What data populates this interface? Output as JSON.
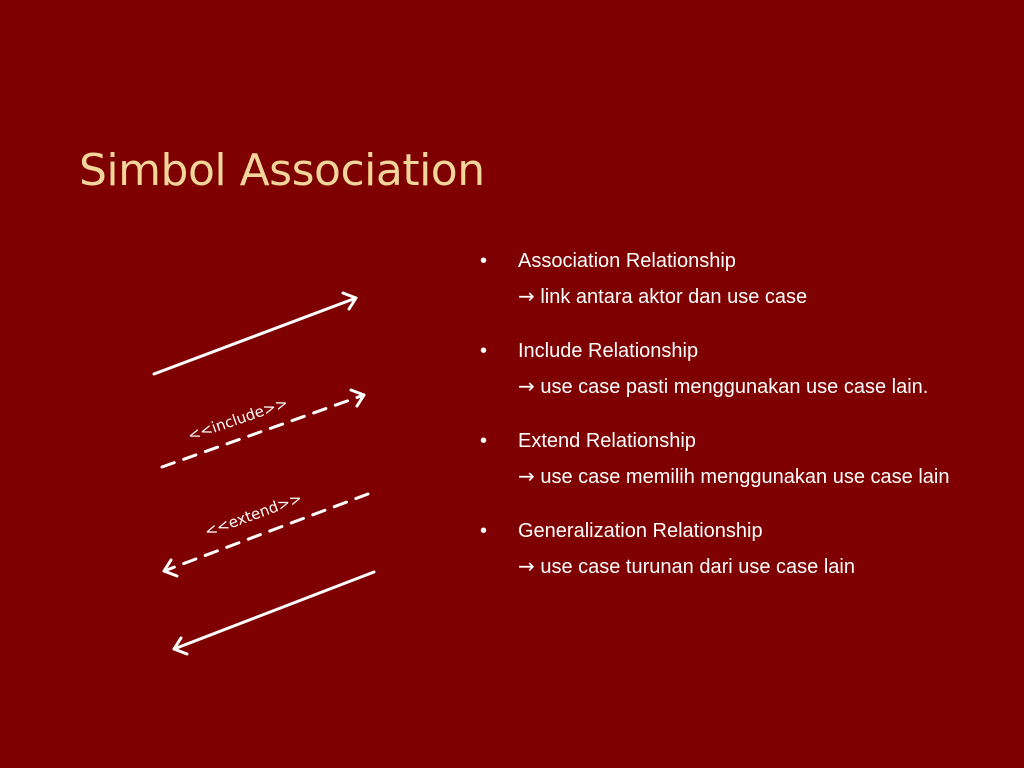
{
  "slide": {
    "title": "Simbol Association",
    "bg_color": "#7f0000",
    "title_color": "#f1d59a"
  },
  "diagram": {
    "include_label": "<<include>>",
    "extend_label": "<<extend>>"
  },
  "bullets": [
    {
      "marker": "•",
      "heading": "Association Relationship",
      "arrow": "→",
      "desc": "link antara aktor dan use case"
    },
    {
      "marker": "•",
      "heading": "Include Relationship",
      "arrow": "→",
      "desc": "use case pasti menggunakan use case lain."
    },
    {
      "marker": "•",
      "heading": "Extend Relationship",
      "arrow": "→",
      "desc": "use case memilih menggunakan use case lain"
    },
    {
      "marker": "•",
      "heading": "Generalization Relationship",
      "arrow": "→",
      "desc": "use case turunan dari use case lain"
    }
  ]
}
